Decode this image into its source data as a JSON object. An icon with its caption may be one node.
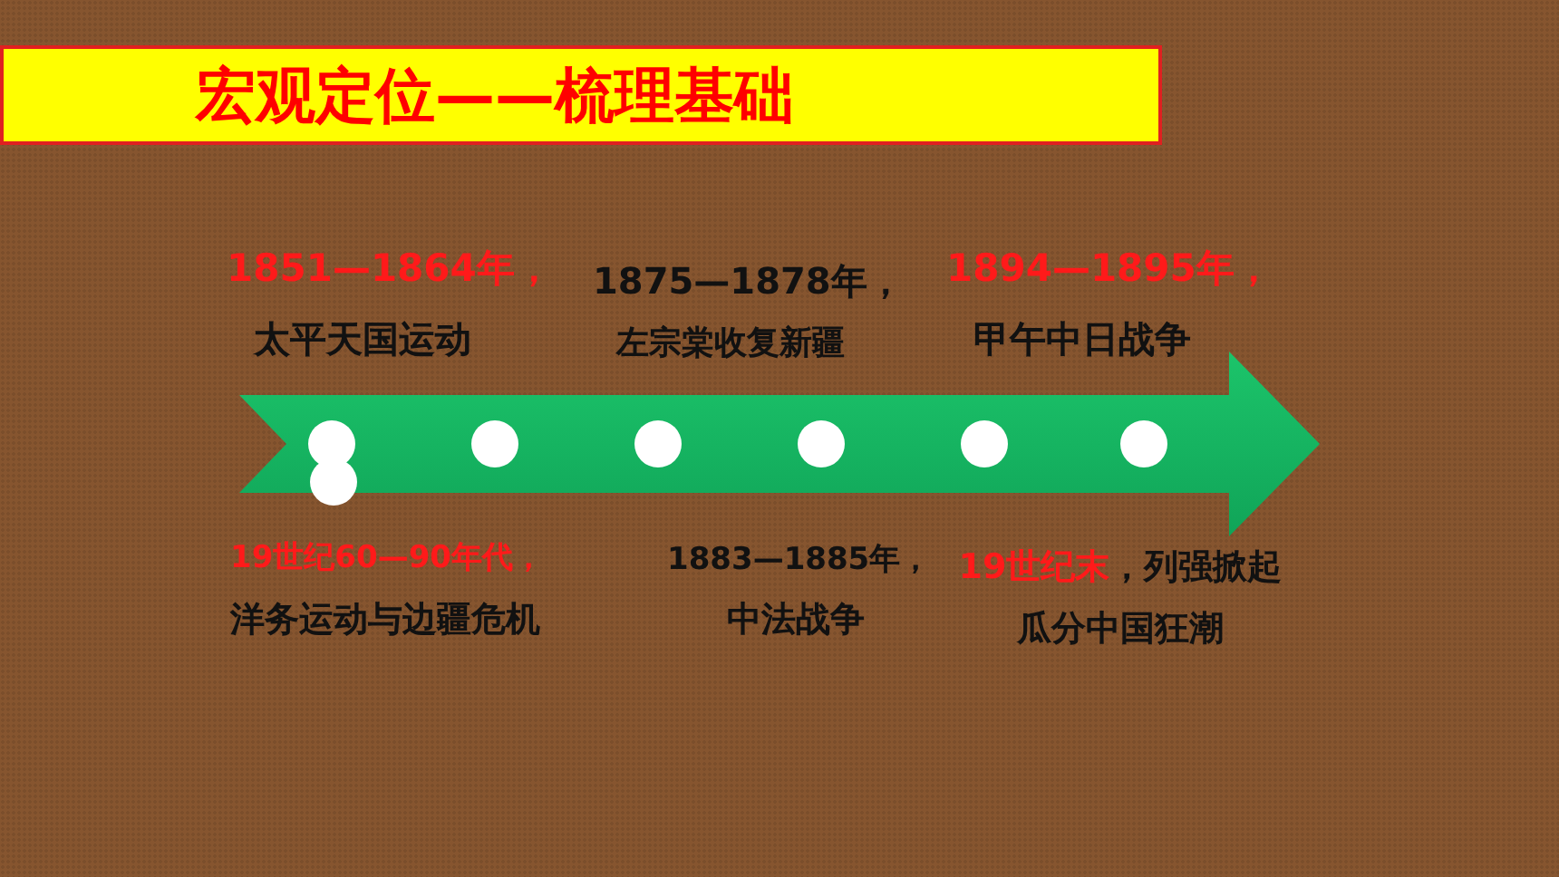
{
  "diagram": {
    "title": "宏观定位——梳理基础",
    "labels": [
      "1851—1864年，",
      "1875—1878年，",
      "1894—1895年，",
      "太平天国运动",
      "左宗棠收复新疆",
      "甲午中日战争",
      "19世纪60—90年代，",
      "1883—1885年，",
      "19世纪末",
      "，列强掀起瓜分中国狂潮",
      "洋务运动与边疆危机",
      "中法战争"
    ]
  }
}
